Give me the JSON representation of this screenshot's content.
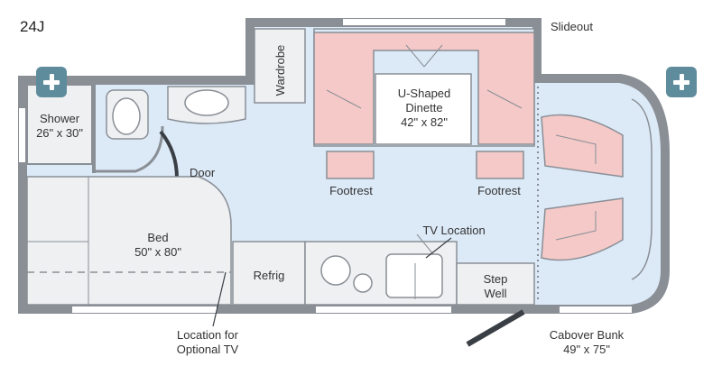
{
  "model": "24J",
  "colors": {
    "floor": "#dce9f7",
    "dinette": "#f4c9c8",
    "wall": "#8a8f96",
    "fixture": "#eef0f2",
    "hotspot": "#5e8c9c"
  },
  "hotspots": [
    {
      "name": "hotspot-shower",
      "icon": "plus-icon"
    },
    {
      "name": "hotspot-cab",
      "icon": "plus-icon"
    }
  ],
  "labels": {
    "slideout": "Slideout",
    "wardrobe": "Wardrobe",
    "dinette_line1": "U-Shaped",
    "dinette_line2": "Dinette",
    "dinette_size": "42\" x 82\"",
    "shower_line1": "Shower",
    "shower_size": "26\" x 30\"",
    "door": "Door",
    "footrest_left": "Footrest",
    "footrest_right": "Footrest",
    "bed_line1": "Bed",
    "bed_size": "50\" x 80\"",
    "refrig": "Refrig",
    "tv_location": "TV Location",
    "step_line1": "Step",
    "step_line2": "Well",
    "optional_tv_line1": "Location for",
    "optional_tv_line2": "Optional TV",
    "cabover_line1": "Cabover Bunk",
    "cabover_size": "49\" x 75\""
  }
}
